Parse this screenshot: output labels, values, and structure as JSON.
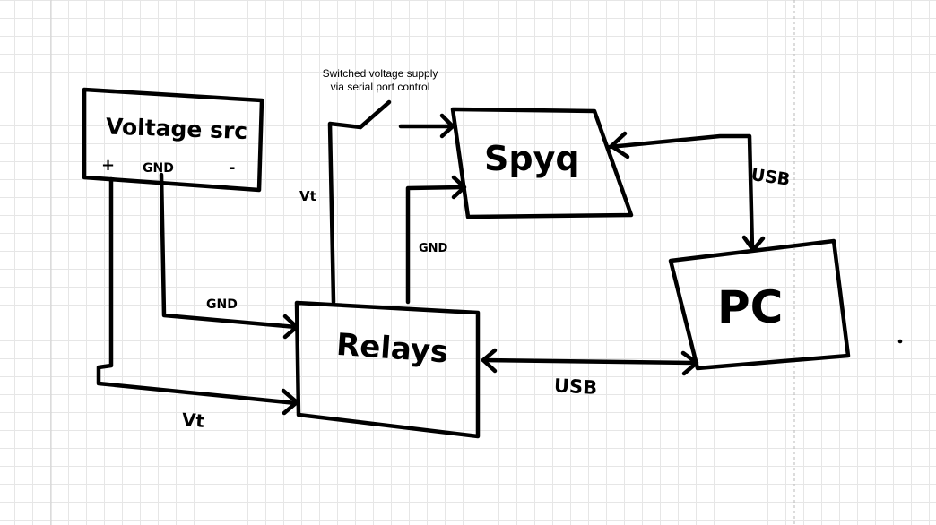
{
  "diagram": {
    "note": {
      "line1": "Switched voltage supply",
      "line2": "via serial port control"
    },
    "nodes": {
      "voltage_src": {
        "label": "Voltage src",
        "plus": "+",
        "gnd": "GND",
        "minus": "-"
      },
      "relays": {
        "label": "Relays"
      },
      "spyq": {
        "label": "Spyq"
      },
      "pc": {
        "label": "PC"
      }
    },
    "edges": {
      "gnd_to_relays": "GND",
      "vt_to_relays": "Vt",
      "vt_to_switch": "Vt",
      "gnd_to_spyq": "GND",
      "spyq_pc": "USB",
      "relays_pc": "USB"
    },
    "colors": {
      "ink": "#000000",
      "grid": "#e6e6e6"
    }
  }
}
